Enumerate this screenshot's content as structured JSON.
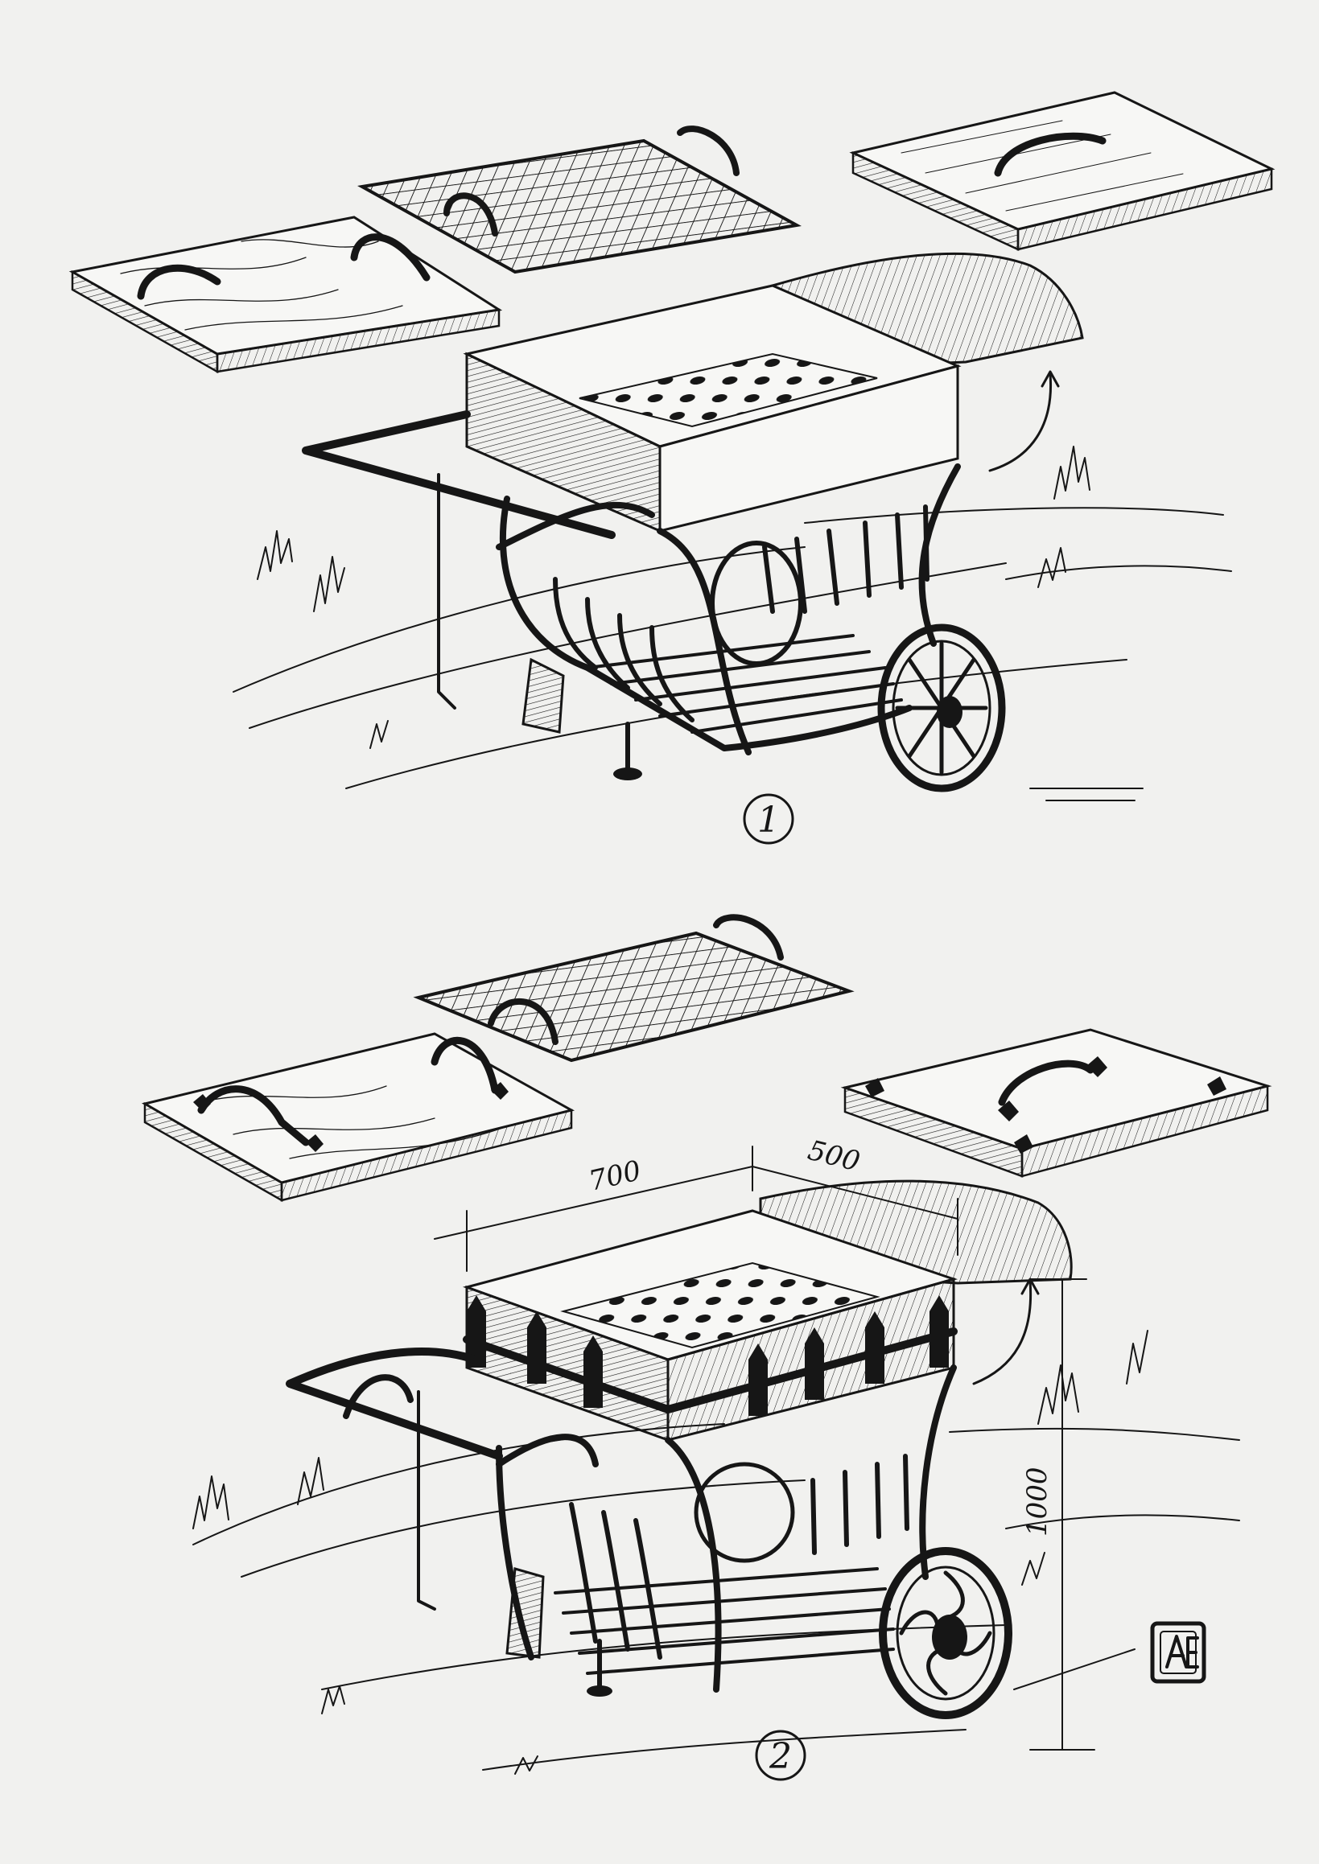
{
  "figures": [
    {
      "label": "1",
      "description": "Grill cart variant 1"
    },
    {
      "label": "2",
      "description": "Grill cart variant 2 with forged decoration"
    }
  ],
  "dimensions": {
    "length": "700",
    "width": "500",
    "height": "1000"
  },
  "signature_mark": "AE",
  "colors": {
    "paper": "#f1f1ef",
    "ink": "#161616"
  }
}
